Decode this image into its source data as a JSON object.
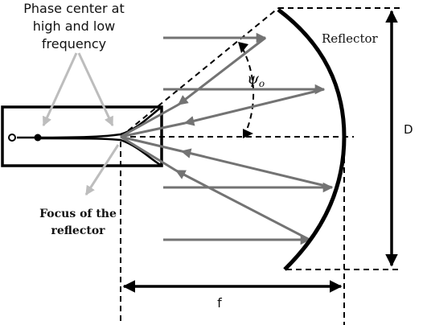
{
  "labels": {
    "phase_center_line1": "Phase center at",
    "phase_center_line2": "high and low",
    "phase_center_line3": "frequency",
    "reflector": "Reflector",
    "psi_symbol": "ψ",
    "psi_subscript": "o",
    "diameter": "D",
    "focus_line1": "Focus of the",
    "focus_line2": "reflector",
    "focal_length": "f"
  },
  "colors": {
    "ink": "#000000",
    "ray_gray": "#737373",
    "pointer_gray": "#bdbdbd",
    "background": "#ffffff"
  }
}
